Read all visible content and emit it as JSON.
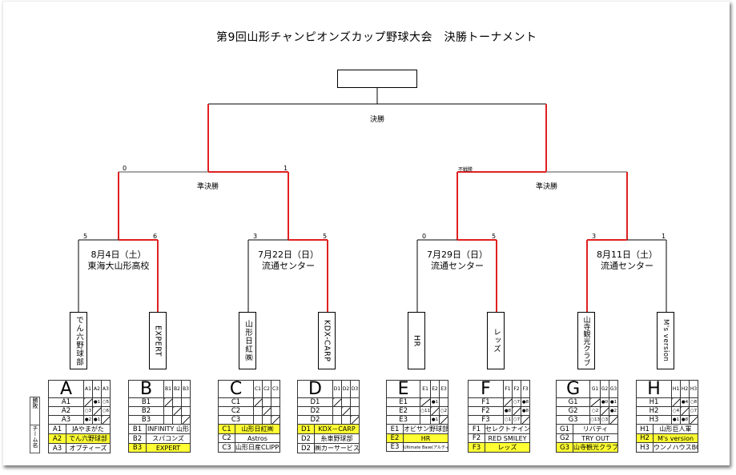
{
  "title": "第9回山形チャンピオンズカップ野球大会　決勝トーナメント",
  "colors": {
    "win_line": "#e02020",
    "line": "#000000",
    "highlight": "#ffff33"
  },
  "final": {
    "label": "決勝",
    "champion": ""
  },
  "semifinals": [
    {
      "label": "準決勝",
      "left_score": "0",
      "right_score": "1"
    },
    {
      "label": "準決勝",
      "left_score": "不戦勝",
      "right_score": ""
    }
  ],
  "quarterfinals": [
    {
      "date": "8月4日（土）",
      "venue": "東海大山形高校",
      "left_score": "5",
      "right_score": "6"
    },
    {
      "date": "7月22日（日）",
      "venue": "流通センター",
      "left_score": "3",
      "right_score": "5"
    },
    {
      "date": "7月29日（日）",
      "venue": "流通センター",
      "left_score": "0",
      "right_score": "5"
    },
    {
      "date": "8月11日（土）",
      "venue": "流通センター",
      "left_score": "3",
      "right_score": "1"
    }
  ],
  "teams": [
    {
      "name": "でん六野球部",
      "winner": false
    },
    {
      "name": "EXPERT",
      "winner": true
    },
    {
      "name": "山形日紅㈱",
      "winner": false
    },
    {
      "name": "KDX-CARP",
      "winner": true
    },
    {
      "name": "HR",
      "winner": false
    },
    {
      "name": "レッズ",
      "winner": true
    },
    {
      "name": "山寺観光クラブ",
      "winner": true
    },
    {
      "name": "M's version",
      "winner": false
    }
  ],
  "legend": {
    "results": "勝敗",
    "team_name": "チーム名"
  },
  "groups": [
    {
      "letter": "A",
      "headers": [
        "A1",
        "A2",
        "A3"
      ],
      "rows": [
        {
          "code": "A1",
          "cells": [
            "",
            "●1",
            "○5"
          ]
        },
        {
          "code": "A2",
          "cells": [
            "○3",
            "",
            "○6"
          ]
        },
        {
          "code": "A3",
          "cells": [
            "●2",
            "●1",
            ""
          ]
        }
      ],
      "teams": [
        {
          "code": "A1",
          "name": "JAやまがた",
          "hl": false
        },
        {
          "code": "A2",
          "name": "でん六野球部",
          "hl": true
        },
        {
          "code": "A3",
          "name": "オプティーズ",
          "hl": false
        }
      ]
    },
    {
      "letter": "B",
      "headers": [
        "B1",
        "B2",
        "B3"
      ],
      "rows": [
        {
          "code": "B1",
          "cells": [
            "",
            "",
            ""
          ]
        },
        {
          "code": "B2",
          "cells": [
            "",
            "",
            ""
          ]
        },
        {
          "code": "B3",
          "cells": [
            "",
            "",
            ""
          ]
        }
      ],
      "teams": [
        {
          "code": "B1",
          "name": "INFINITY 山形",
          "hl": false
        },
        {
          "code": "B2",
          "name": "スパコンズ",
          "hl": false
        },
        {
          "code": "B3",
          "name": "EXPERT",
          "hl": true
        }
      ]
    },
    {
      "letter": "C",
      "headers": [
        "C1",
        "C2",
        "C3"
      ],
      "rows": [
        {
          "code": "C1",
          "cells": [
            "",
            "",
            ""
          ]
        },
        {
          "code": "C2",
          "cells": [
            "",
            "",
            ""
          ]
        },
        {
          "code": "C3",
          "cells": [
            "",
            "",
            ""
          ]
        }
      ],
      "teams": [
        {
          "code": "C1",
          "name": "山形日紅㈱",
          "hl": true
        },
        {
          "code": "C2",
          "name": "Astros",
          "hl": false
        },
        {
          "code": "C3",
          "name": "山形日産CLIPPERS",
          "hl": false
        }
      ]
    },
    {
      "letter": "D",
      "headers": [
        "D1",
        "D2",
        "D3"
      ],
      "rows": [
        {
          "code": "D1",
          "cells": [
            "",
            "",
            ""
          ]
        },
        {
          "code": "D2",
          "cells": [
            "",
            "",
            ""
          ]
        },
        {
          "code": "D2",
          "cells": [
            "",
            "",
            ""
          ]
        }
      ],
      "teams": [
        {
          "code": "D1",
          "name": "KDX－CARP",
          "hl": true
        },
        {
          "code": "D2",
          "name": "糸車野球部",
          "hl": false
        },
        {
          "code": "D2",
          "name": "㈱カーサービス山形",
          "hl": false
        }
      ]
    },
    {
      "letter": "E",
      "headers": [
        "E1",
        "E2",
        "E3"
      ],
      "rows": [
        {
          "code": "E1",
          "cells": [
            "",
            "●1",
            ""
          ]
        },
        {
          "code": "E2",
          "cells": [
            "○11",
            "",
            "○2"
          ]
        },
        {
          "code": "E3",
          "cells": [
            "",
            "●1",
            ""
          ]
        }
      ],
      "teams": [
        {
          "code": "E1",
          "name": "オビサン野球部",
          "hl": false
        },
        {
          "code": "E2",
          "name": "HR",
          "hl": true
        },
        {
          "code": "E3",
          "name": "Ultimate Base(アルティメットベース)",
          "hl": false
        }
      ]
    },
    {
      "letter": "F",
      "headers": [
        "F1",
        "F2",
        "F3"
      ],
      "rows": [
        {
          "code": "F1",
          "cells": [
            "",
            "○7",
            "●8"
          ]
        },
        {
          "code": "F2",
          "cells": [
            "●8",
            "",
            "●8"
          ]
        },
        {
          "code": "F3",
          "cells": [
            "○1",
            "○7",
            ""
          ]
        }
      ],
      "teams": [
        {
          "code": "F1",
          "name": "セレクトナイン",
          "hl": false
        },
        {
          "code": "F2",
          "name": "RED SMILEY",
          "hl": false
        },
        {
          "code": "F3",
          "name": "レッズ",
          "hl": true
        }
      ]
    },
    {
      "letter": "G",
      "headers": [
        "G1",
        "G2",
        "G3"
      ],
      "rows": [
        {
          "code": "G1",
          "cells": [
            "",
            "●0",
            "●1"
          ]
        },
        {
          "code": "G2",
          "cells": [
            "○2",
            "",
            "●2"
          ]
        },
        {
          "code": "G3",
          "cells": [
            "○13",
            "○3",
            ""
          ]
        }
      ],
      "teams": [
        {
          "code": "G1",
          "name": "リバティ",
          "hl": false
        },
        {
          "code": "G2",
          "name": "TRY OUT",
          "hl": false
        },
        {
          "code": "G3",
          "name": "山寺観光クラブ",
          "hl": true
        }
      ]
    },
    {
      "letter": "H",
      "headers": [
        "H1",
        "H2",
        "H3"
      ],
      "rows": [
        {
          "code": "H1",
          "cells": [
            "",
            "●4",
            "○8"
          ]
        },
        {
          "code": "H2",
          "cells": [
            "○4",
            "",
            "○7"
          ]
        },
        {
          "code": "H3",
          "cells": [
            "●1",
            "●8",
            ""
          ]
        }
      ],
      "teams": [
        {
          "code": "H1",
          "name": "山形巨人軍",
          "hl": false
        },
        {
          "code": "H2",
          "name": "M's version",
          "hl": true
        },
        {
          "code": "H3",
          "name": "ウンノハウスBC",
          "hl": false
        }
      ]
    }
  ]
}
